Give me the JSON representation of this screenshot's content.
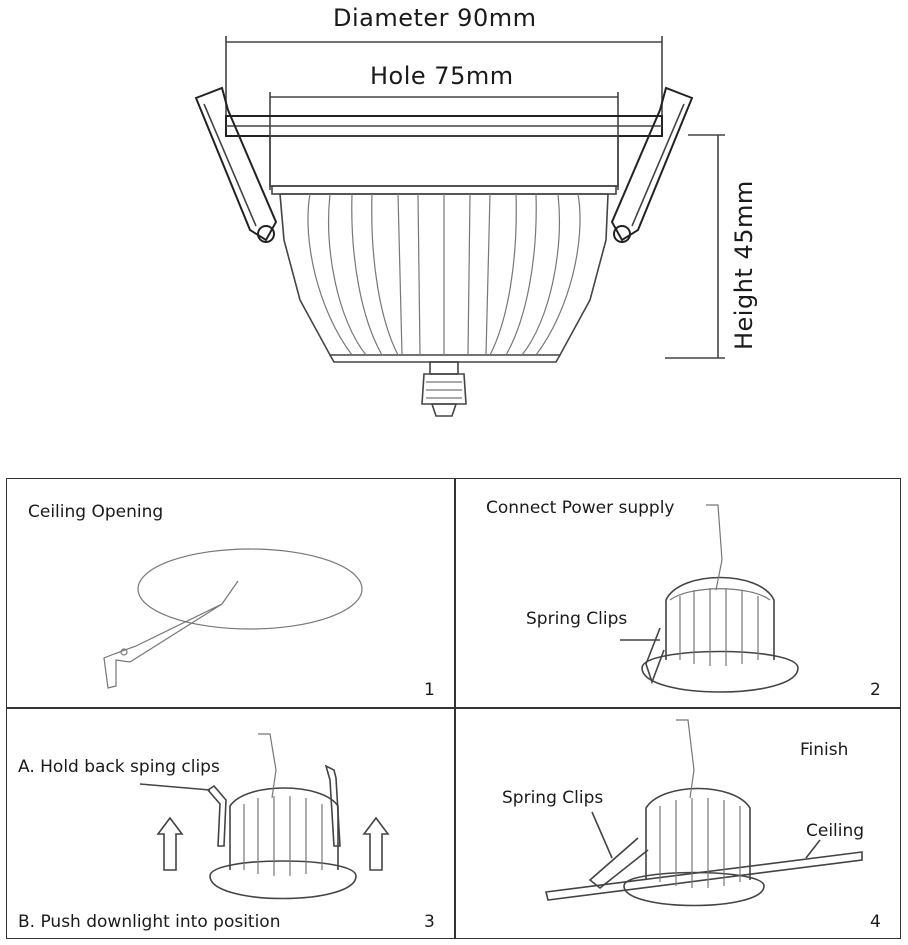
{
  "dimensions": {
    "diameter": "Diameter 90mm",
    "hole": "Hole 75mm",
    "height": "Height 45mm"
  },
  "steps": [
    {
      "number": "1",
      "label": "Ceiling Opening"
    },
    {
      "number": "2",
      "label": "Connect Power supply",
      "callout": "Spring Clips"
    },
    {
      "number": "3",
      "label_top": "A. Hold back sping clips",
      "label_bottom": "B. Push downlight into position"
    },
    {
      "number": "4",
      "label": "Finish",
      "callout": "Spring Clips",
      "callout_2": "Ceiling"
    }
  ],
  "colors": {
    "line": "#444444",
    "frame": "#333333",
    "text": "#1a1a1a"
  }
}
